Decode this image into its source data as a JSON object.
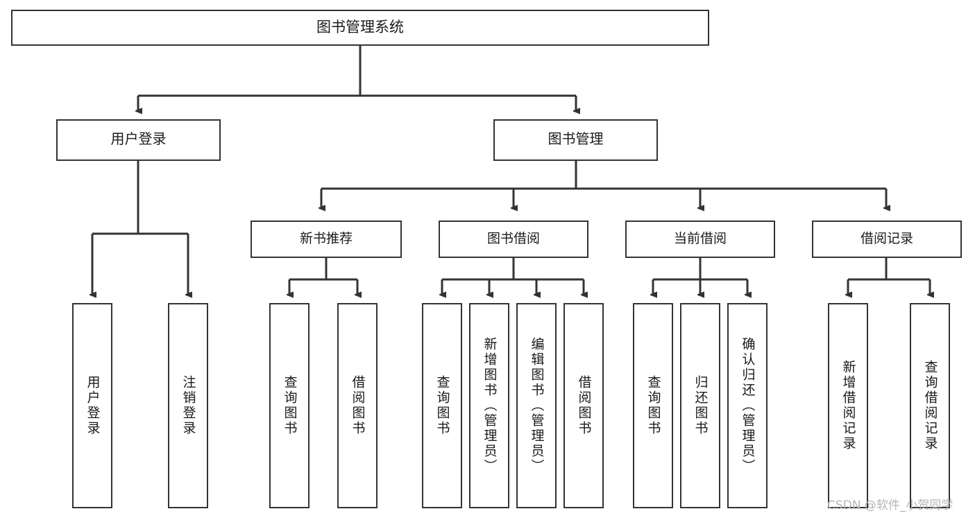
{
  "diagram": {
    "type": "hierarchy-tree",
    "title": "图书管理系统",
    "background": "#ffffff",
    "line_color": "#333333",
    "text_color": "#1a1a1a",
    "nodes": {
      "root": {
        "label": "图书管理系统"
      },
      "level2": [
        {
          "label": "用户登录"
        },
        {
          "label": "图书管理"
        }
      ],
      "level3": [
        {
          "label": "新书推荐"
        },
        {
          "label": "图书借阅"
        },
        {
          "label": "当前借阅"
        },
        {
          "label": "借阅记录"
        }
      ],
      "leaves": {
        "user_login": [
          {
            "label": "用户登录"
          },
          {
            "label": "注销登录"
          }
        ],
        "new_book_recommend": [
          {
            "label": "查询图书"
          },
          {
            "label": "借阅图书"
          }
        ],
        "book_borrow": [
          {
            "label": "查询图书"
          },
          {
            "label": "新增图书（管理员）"
          },
          {
            "label": "编辑图书（管理员）"
          },
          {
            "label": "借阅图书"
          }
        ],
        "current_borrow": [
          {
            "label": "查询图书"
          },
          {
            "label": "归还图书"
          },
          {
            "label": "确认归还（管理员）"
          }
        ],
        "borrow_record": [
          {
            "label": "新增借阅记录"
          },
          {
            "label": "查询借阅记录"
          }
        ]
      }
    }
  },
  "watermark": {
    "text": "CSDN @软件_小贺同学"
  }
}
